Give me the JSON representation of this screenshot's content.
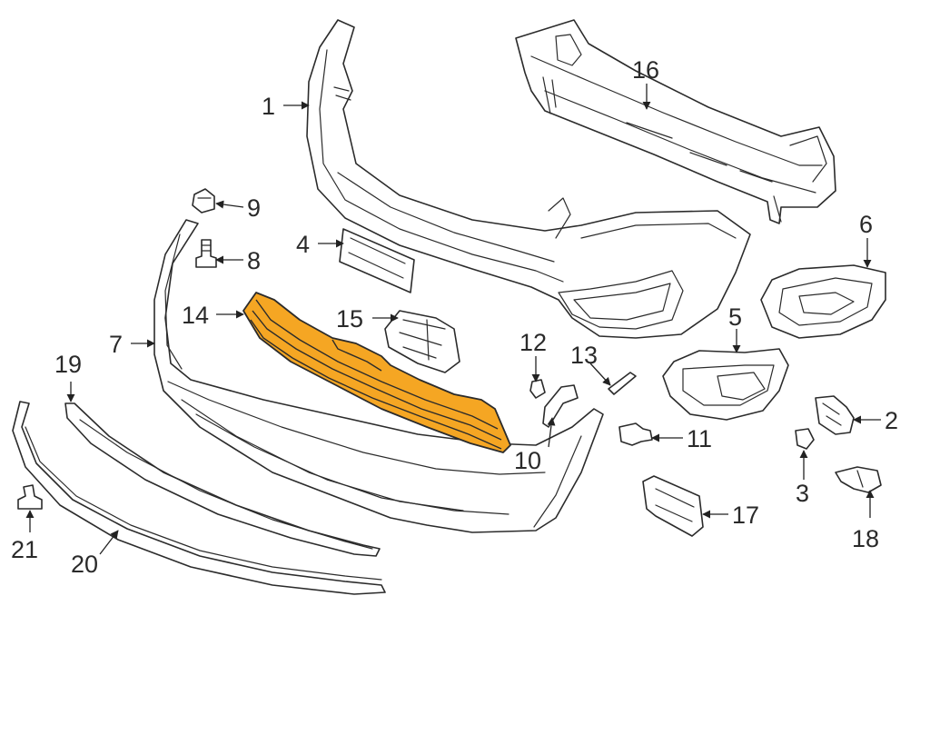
{
  "highlight_color": "#f5a623",
  "line_color": "#2b2b2b",
  "background_color": "#ffffff",
  "callouts": [
    "1",
    "2",
    "3",
    "4",
    "5",
    "6",
    "7",
    "8",
    "9",
    "10",
    "11",
    "12",
    "13",
    "14",
    "15",
    "16",
    "17",
    "18",
    "19",
    "20",
    "21"
  ]
}
